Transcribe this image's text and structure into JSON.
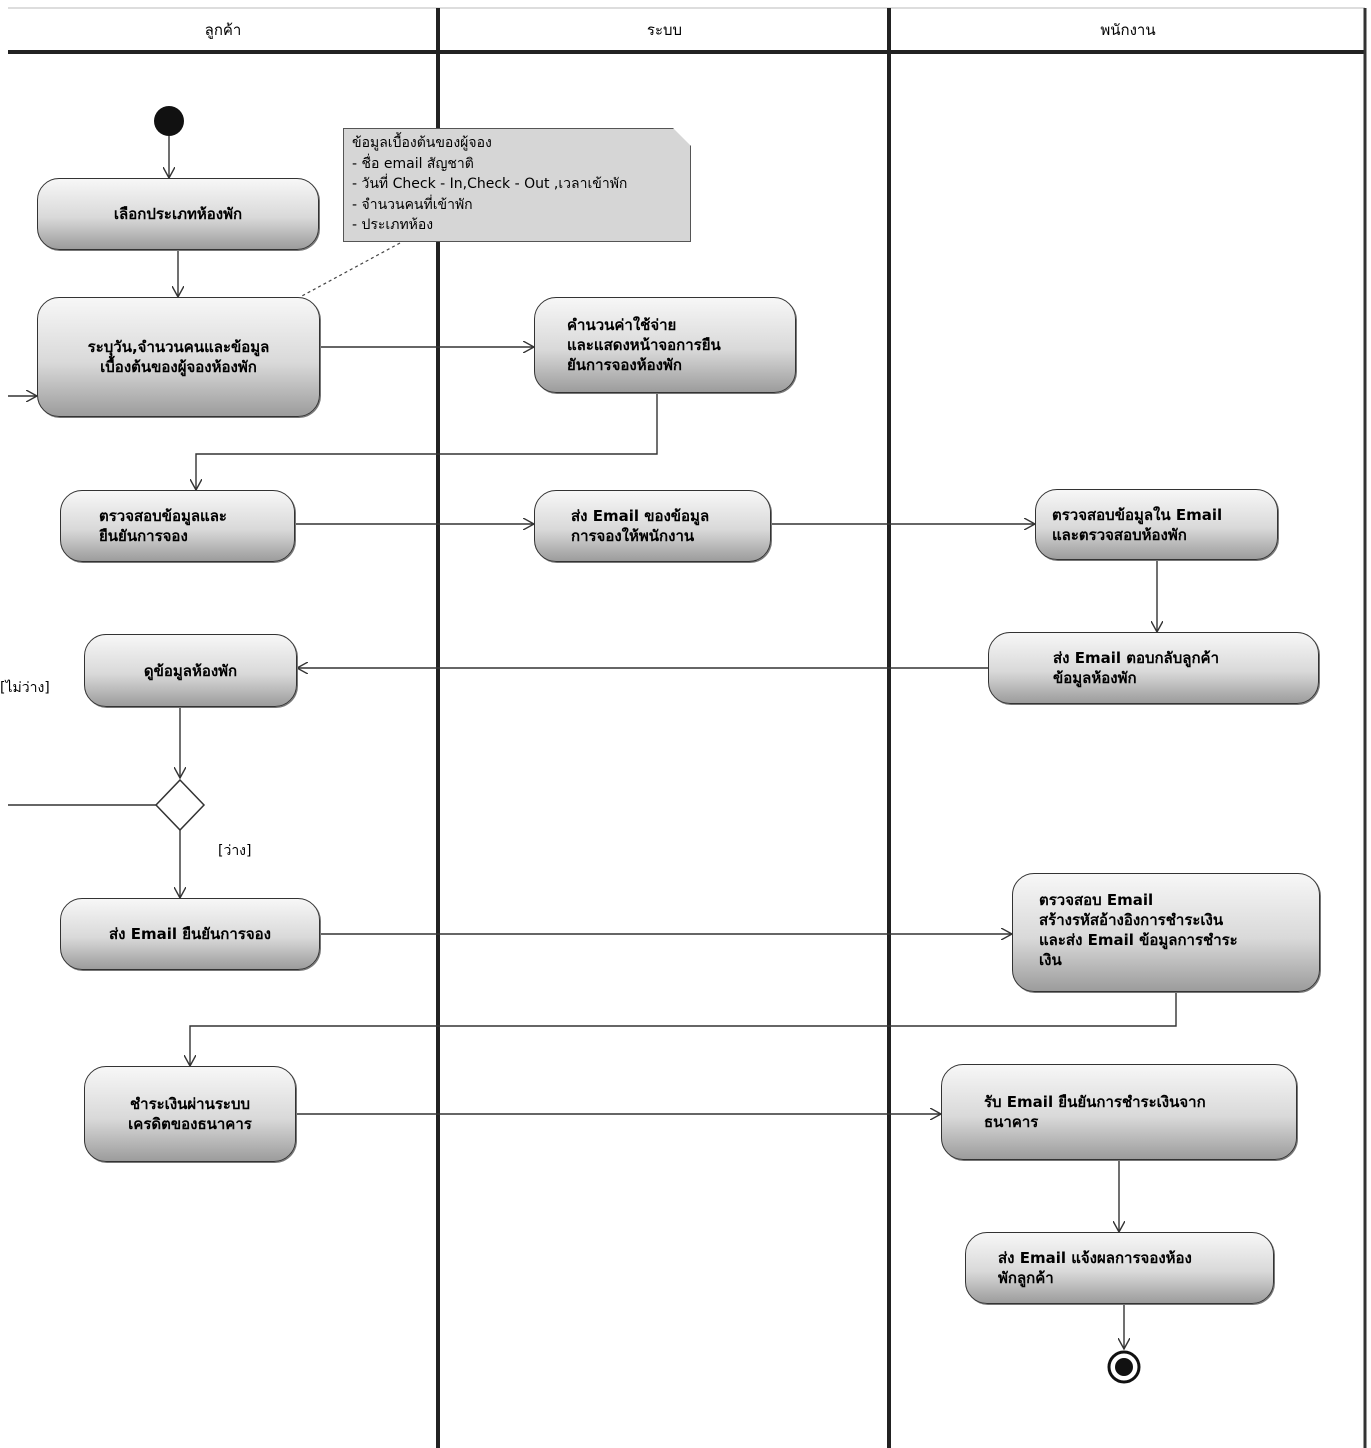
{
  "lanes": {
    "customer": "ลูกค้า",
    "system": "ระบบ",
    "staff": "พนักงาน"
  },
  "nodes": {
    "select_room_type": "เลือกประเภทห้องพัก",
    "enter_details": "ระบุวัน,จำนวนคนและข้อมูล\nเบื้องต้นของผู้จองห้องพัก",
    "calculate_cost": "คำนวนค่าใช้จ่าย\nและแสดงหน้าจอการยืน\nยันการจองห้องพัก",
    "verify_confirm": "ตรวจสอบข้อมูลและ\nยืนยันการจอง",
    "send_email_staff": "ส่ง Email ของข้อมูล\nการจองให้พนักงาน",
    "check_email_room": "ตรวจสอบข้อมูลใน Email\nและตรวจสอบห้องพัก",
    "view_room_info": "ดูข้อมูลห้องพัก",
    "reply_email": "ส่ง Email ตอบกลับลูกค้า\nข้อมูลห้องพัก",
    "send_confirm_email": "ส่ง Email ยืนยันการจอง",
    "check_email_payment": "ตรวจสอบ Email\nสร้างรหัสอ้างอิงการชำระเงิน\nและส่ง Email ข้อมูลการชำระ\nเงิน",
    "pay_credit": "ชำระเงินผ่านระบบ\nเครดิตของธนาคาร",
    "receive_payment_email": "รับ Email ยืนยันการชำระเงินจาก\nธนาคาร",
    "send_result_email": "ส่ง Email แจ้งผลการจองห้อง\nพักลูกค้า"
  },
  "note": {
    "title": "ข้อมูลเบื้องต้นของผู้จอง",
    "lines": [
      "- ชื่อ email สัญชาติ",
      "- วันที่ Check - In,Check - Out ,เวลาเข้าพัก",
      "- จำนวนคนที่เข้าพัก",
      "- ประเภทห้อง"
    ]
  },
  "guards": {
    "not_available": "[ไม่ว่าง]",
    "available": "[ว่าง]"
  }
}
